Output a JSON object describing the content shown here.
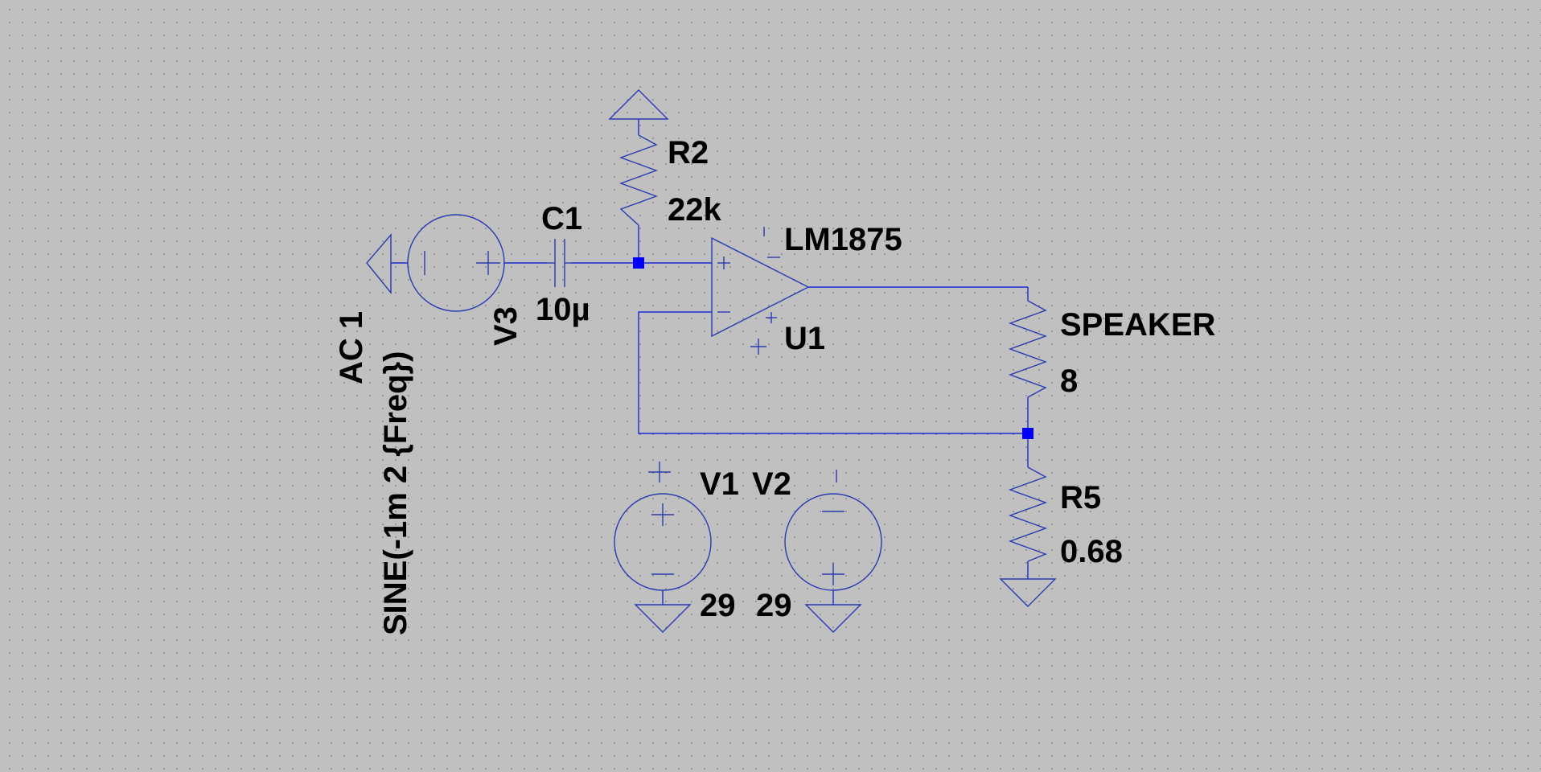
{
  "components": {
    "r2": {
      "name": "R2",
      "value": "22k"
    },
    "c1": {
      "name": "C1",
      "value": "10µ"
    },
    "u1": {
      "part": "LM1875",
      "name": "U1"
    },
    "speaker": {
      "name": "SPEAKER",
      "value": "8"
    },
    "r5": {
      "name": "R5",
      "value": "0.68"
    },
    "v1": {
      "name": "V1",
      "value": "29"
    },
    "v2": {
      "name": "V2",
      "value": "29"
    },
    "v3": {
      "name": "V3",
      "ac": "AC 1",
      "source": "SINE(-1m 2 {Freq})"
    }
  },
  "colors": {
    "wire": "#1a2ad0",
    "junction": "#0000ff",
    "background": "#c0c0c0"
  }
}
